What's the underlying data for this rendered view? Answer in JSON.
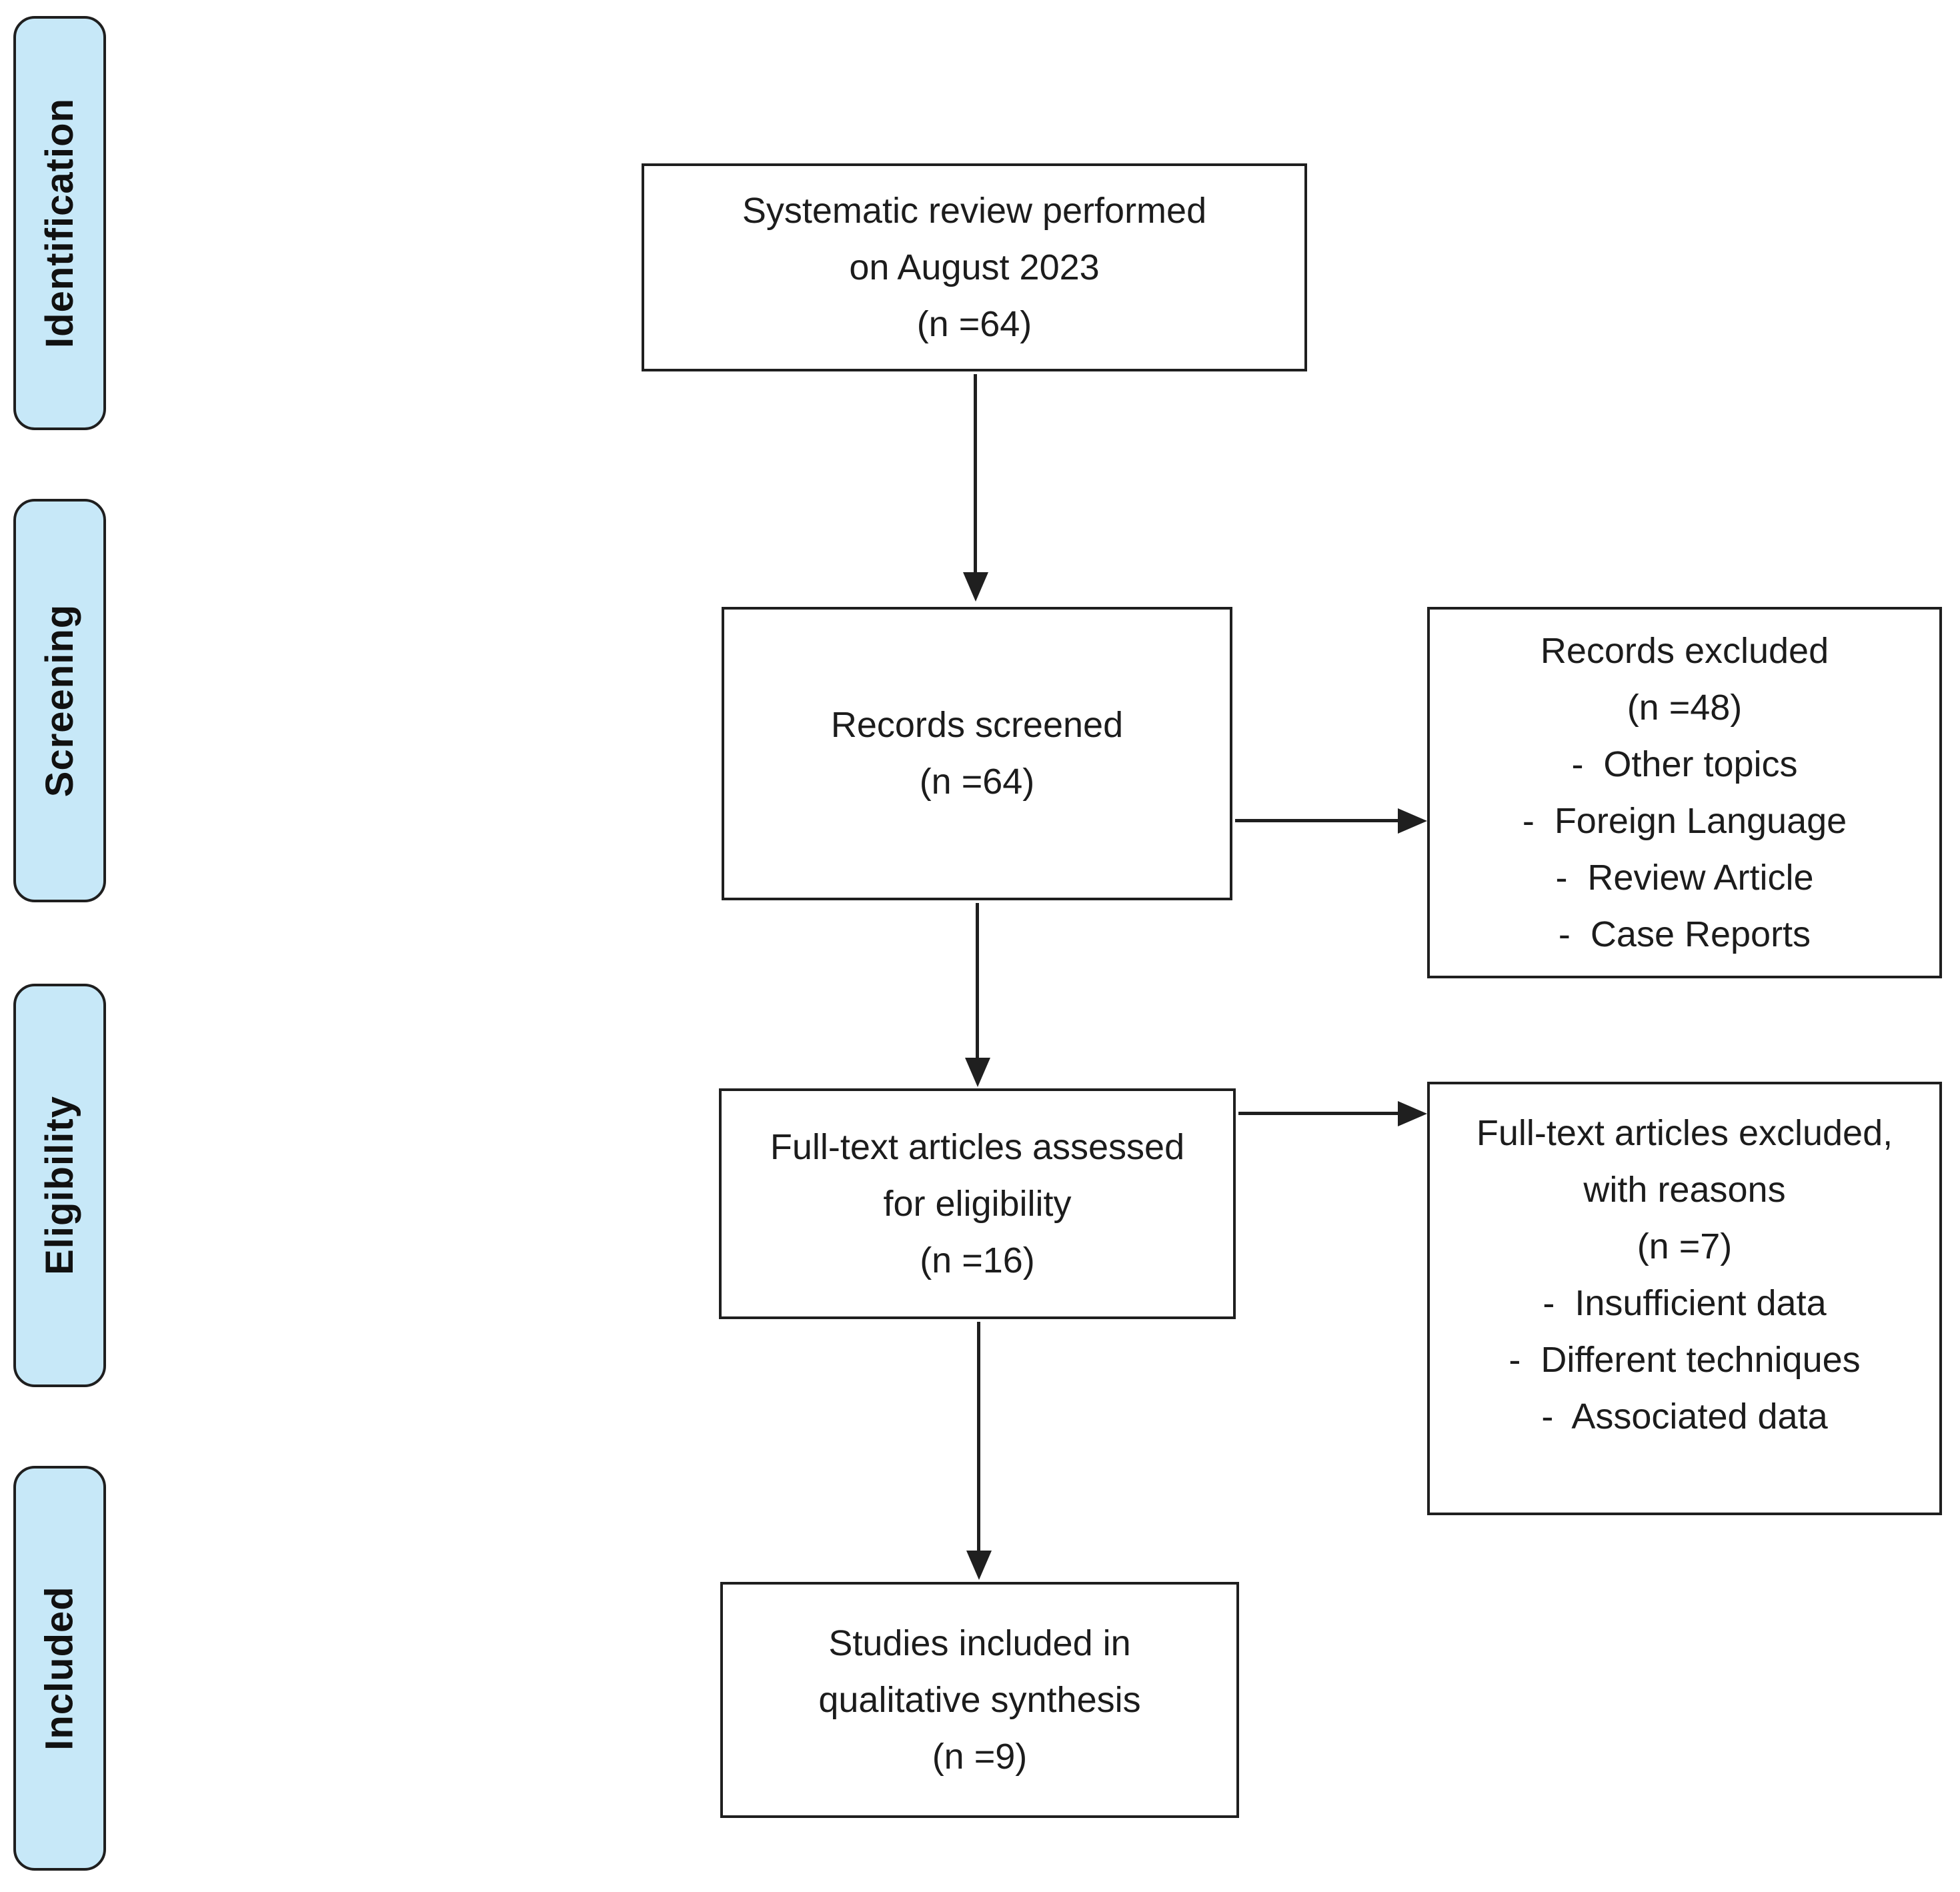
{
  "stages": [
    {
      "id": "identification",
      "label": "Identification"
    },
    {
      "id": "screening",
      "label": "Screening"
    },
    {
      "id": "eligibility",
      "label": "Eligibility"
    },
    {
      "id": "included",
      "label": "Included"
    }
  ],
  "boxes": {
    "systematic_review": {
      "lines": [
        "Systematic review performed",
        "on August 2023",
        "(n =64)"
      ]
    },
    "records_screened": {
      "lines": [
        "Records screened",
        "(n =64)"
      ]
    },
    "records_excluded": {
      "lines": [
        "Records excluded",
        "(n =48)",
        "-  Other topics",
        "-  Foreign Language",
        "-  Review Article",
        "-  Case Reports"
      ]
    },
    "fulltext_assessed": {
      "lines": [
        "Full-text articles assessed",
        "for eligibility",
        "(n =16)"
      ]
    },
    "fulltext_excluded": {
      "lines": [
        "Full-text articles excluded,",
        "with reasons",
        "(n =7)",
        "-  Insufficient data",
        "-  Different techniques",
        "-  Associated data"
      ]
    },
    "studies_included": {
      "lines": [
        "Studies included in",
        "qualitative synthesis",
        "(n =9)"
      ]
    }
  },
  "connections": [
    {
      "from": "systematic_review",
      "to": "records_screened",
      "direction": "down"
    },
    {
      "from": "records_screened",
      "to": "records_excluded",
      "direction": "right"
    },
    {
      "from": "records_screened",
      "to": "fulltext_assessed",
      "direction": "down"
    },
    {
      "from": "fulltext_assessed",
      "to": "fulltext_excluded",
      "direction": "right"
    },
    {
      "from": "fulltext_assessed",
      "to": "studies_included",
      "direction": "down"
    }
  ],
  "colors": {
    "stage_fill": "#C7E8F8",
    "line": "#1F1F1F",
    "text": "#1C1C1C",
    "background": "#FFFFFF"
  }
}
